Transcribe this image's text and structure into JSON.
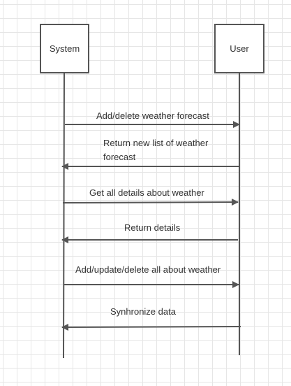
{
  "participants": {
    "system": "System",
    "user": "User"
  },
  "messages": [
    {
      "label": "Add/delete weather forecast",
      "from": "System",
      "to": "User"
    },
    {
      "label": "Return new list of weather forecast",
      "from": "User",
      "to": "System"
    },
    {
      "label": "Get all details about weather",
      "from": "System",
      "to": "User"
    },
    {
      "label": "Return details",
      "from": "User",
      "to": "System"
    },
    {
      "label": "Add/update/delete all about weather",
      "from": "System",
      "to": "User"
    },
    {
      "label": "Synhronize data",
      "from": "User",
      "to": "System"
    }
  ],
  "colors": {
    "line": "#555555",
    "grid": "#e6e6e6",
    "text": "#333333"
  }
}
